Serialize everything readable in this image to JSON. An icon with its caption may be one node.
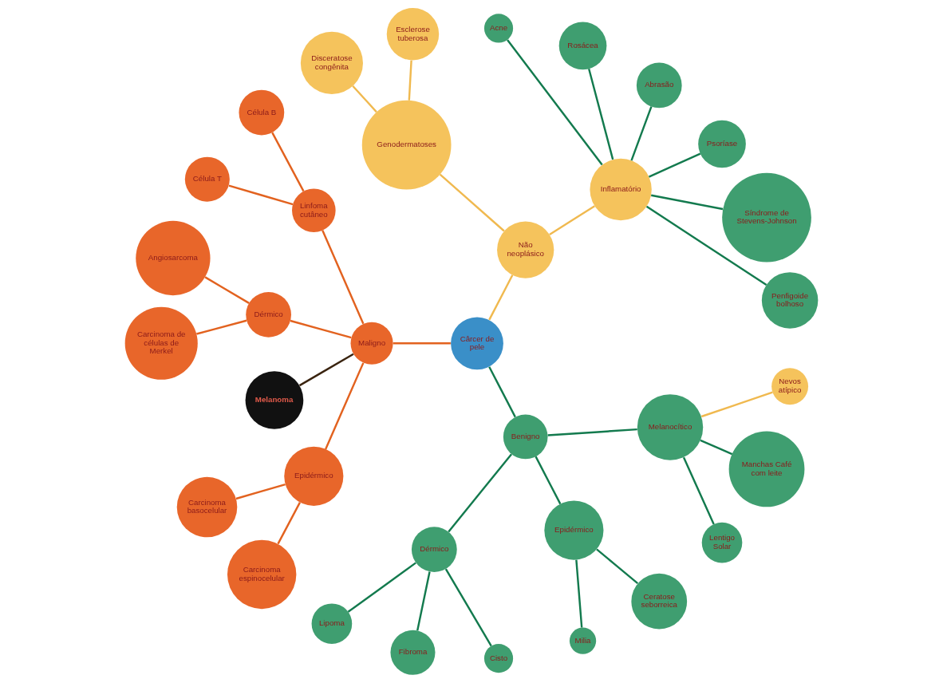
{
  "diagram": {
    "nodes": [
      {
        "text": [
          "Cârcer de pele"
        ]
      },
      {
        "text": [
          "Não neoplásico"
        ]
      },
      {
        "text": [
          "Inflamatório"
        ]
      },
      {
        "text": [
          "Penfigoide bolhoso"
        ]
      },
      {
        "text": [
          "Síndrome de Stevens-Johnson"
        ]
      },
      {
        "text": [
          "Psoríase"
        ]
      },
      {
        "text": [
          "Abrasão"
        ]
      },
      {
        "text": [
          "Rosácea"
        ]
      },
      {
        "text": [
          "Acne"
        ]
      },
      {
        "text": [
          "Genodermatoses"
        ]
      },
      {
        "text": [
          "Esclerose tuberosa"
        ]
      },
      {
        "text": [
          "Disceratose congênita"
        ]
      },
      {
        "text": [
          "Maligno"
        ]
      },
      {
        "text": [
          "Linfoma cutâneo"
        ]
      },
      {
        "text": [
          "Célula B"
        ]
      },
      {
        "text": [
          "Célula T"
        ]
      },
      {
        "text": [
          "Dérmico"
        ]
      },
      {
        "text": [
          "Angiosarcoma"
        ]
      },
      {
        "text": [
          "Carcinoma de células de Merkel"
        ]
      },
      {
        "text": [
          "Melanoma"
        ]
      },
      {
        "text": [
          "Epidérmico"
        ]
      },
      {
        "text": [
          "Carcinoma basocelular"
        ]
      },
      {
        "text": [
          "Carcinoma espinocelular"
        ]
      },
      {
        "text": [
          "Benigno"
        ]
      },
      {
        "text": [
          "Dérmico"
        ]
      },
      {
        "text": [
          "Lipoma"
        ]
      },
      {
        "text": [
          "Fibroma"
        ]
      },
      {
        "text": [
          "Cisto"
        ]
      },
      {
        "text": [
          "Epidérmico"
        ]
      },
      {
        "text": [
          "Milia"
        ]
      },
      {
        "text": [
          "Ceratose seborreica"
        ]
      },
      {
        "text": [
          "Melanocítico"
        ]
      },
      {
        "text": [
          "Lentigo Solar"
        ]
      },
      {
        "text": [
          "Manchas Café com leite"
        ]
      },
      {
        "text": [
          "Nevos atípico"
        ]
      }
    ],
    "edges": [
      {
        "from": 0,
        "to": 1,
        "arrow": "none",
        "color": "#f0b94f"
      },
      {
        "from": 1,
        "to": 2,
        "arrow": "none",
        "color": "#f0b94f"
      },
      {
        "from": 2,
        "to": 3,
        "arrow": "none"
      },
      {
        "from": 2,
        "to": 4,
        "arrow": "none"
      },
      {
        "from": 2,
        "to": 5,
        "arrow": "none"
      },
      {
        "from": 2,
        "to": 6,
        "arrow": "none"
      },
      {
        "from": 2,
        "to": 7,
        "arrow": "none"
      },
      {
        "from": 2,
        "to": 8,
        "arrow": "none"
      },
      {
        "from": 1,
        "to": 9,
        "arrow": "none",
        "color": "#f0b94f"
      },
      {
        "from": 9,
        "to": 10,
        "arrow": "none",
        "color": "#f0b94f"
      },
      {
        "from": 9,
        "to": 11,
        "arrow": "none",
        "color": "#f0b94f"
      },
      {
        "from": 0,
        "to": 12,
        "arrow": "none",
        "color": "#e2621f"
      },
      {
        "from": 12,
        "to": 13,
        "arrow": "none",
        "color": "#e2621f"
      },
      {
        "from": 13,
        "to": 14,
        "arrow": "none",
        "color": "#e2621f"
      },
      {
        "from": 13,
        "to": 15,
        "arrow": "none",
        "color": "#e2621f"
      },
      {
        "from": 12,
        "to": 16,
        "arrow": "none",
        "color": "#e2621f"
      },
      {
        "from": 16,
        "to": 17,
        "arrow": "none",
        "color": "#e2621f"
      },
      {
        "from": 16,
        "to": 18,
        "arrow": "none",
        "color": "#e2621f"
      },
      {
        "from": 12,
        "to": 19,
        "arrow": "none",
        "color": "#3a2410"
      },
      {
        "from": 12,
        "to": 20,
        "arrow": "none",
        "color": "#e2621f"
      },
      {
        "from": 20,
        "to": 21,
        "arrow": "none",
        "color": "#e2621f"
      },
      {
        "from": 20,
        "to": 22,
        "arrow": "none",
        "color": "#e2621f"
      },
      {
        "from": 0,
        "to": 23,
        "arrow": "none"
      },
      {
        "from": 23,
        "to": 24,
        "arrow": "none"
      },
      {
        "from": 24,
        "to": 25,
        "arrow": "none"
      },
      {
        "from": 24,
        "to": 26,
        "arrow": "none"
      },
      {
        "from": 24,
        "to": 27,
        "arrow": "none"
      },
      {
        "from": 23,
        "to": 28,
        "arrow": "none"
      },
      {
        "from": 28,
        "to": 29,
        "arrow": "none"
      },
      {
        "from": 28,
        "to": 30,
        "arrow": "none"
      },
      {
        "from": 23,
        "to": 31,
        "arrow": "none"
      },
      {
        "from": 31,
        "to": 32,
        "arrow": "none"
      },
      {
        "from": 31,
        "to": 33,
        "arrow": "none"
      },
      {
        "from": 31,
        "to": 34,
        "arrow": "none",
        "color": "#f0b94f"
      }
    ]
  }
}
